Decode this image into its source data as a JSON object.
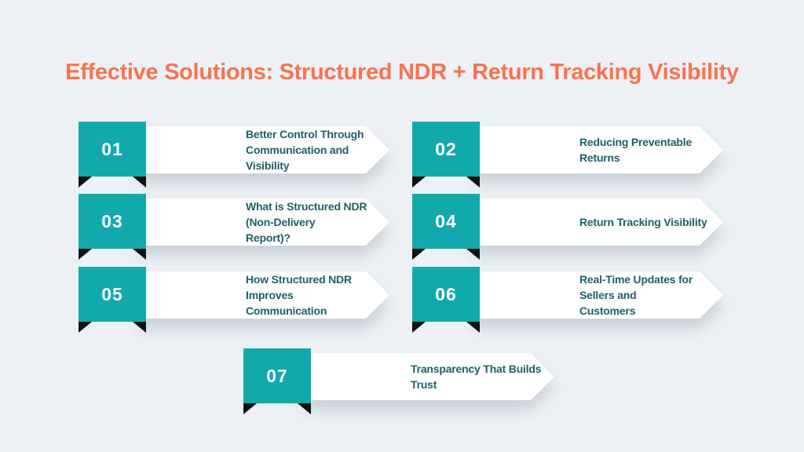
{
  "title": {
    "text": "Effective Solutions: Structured NDR + Return Tracking Visibility",
    "color": "#f9734e"
  },
  "colors": {
    "background": "#edf1f5",
    "badge_teal": "#12a9ad",
    "fold_dark": "#0e1116",
    "banner_bg": "#ffffff",
    "banner_text": "#1e5f66"
  },
  "items": [
    {
      "number": "01",
      "label": "Better Control Through\nCommunication and Visibility"
    },
    {
      "number": "02",
      "label": "Reducing Preventable Returns"
    },
    {
      "number": "03",
      "label": "What is Structured NDR (Non-Delivery\nReport)?"
    },
    {
      "number": "04",
      "label": "Return Tracking Visibility"
    },
    {
      "number": "05",
      "label": "How Structured NDR Improves\nCommunication"
    },
    {
      "number": "06",
      "label": "Real-Time Updates for Sellers and\nCustomers"
    },
    {
      "number": "07",
      "label": "Transparency That Builds Trust"
    }
  ]
}
